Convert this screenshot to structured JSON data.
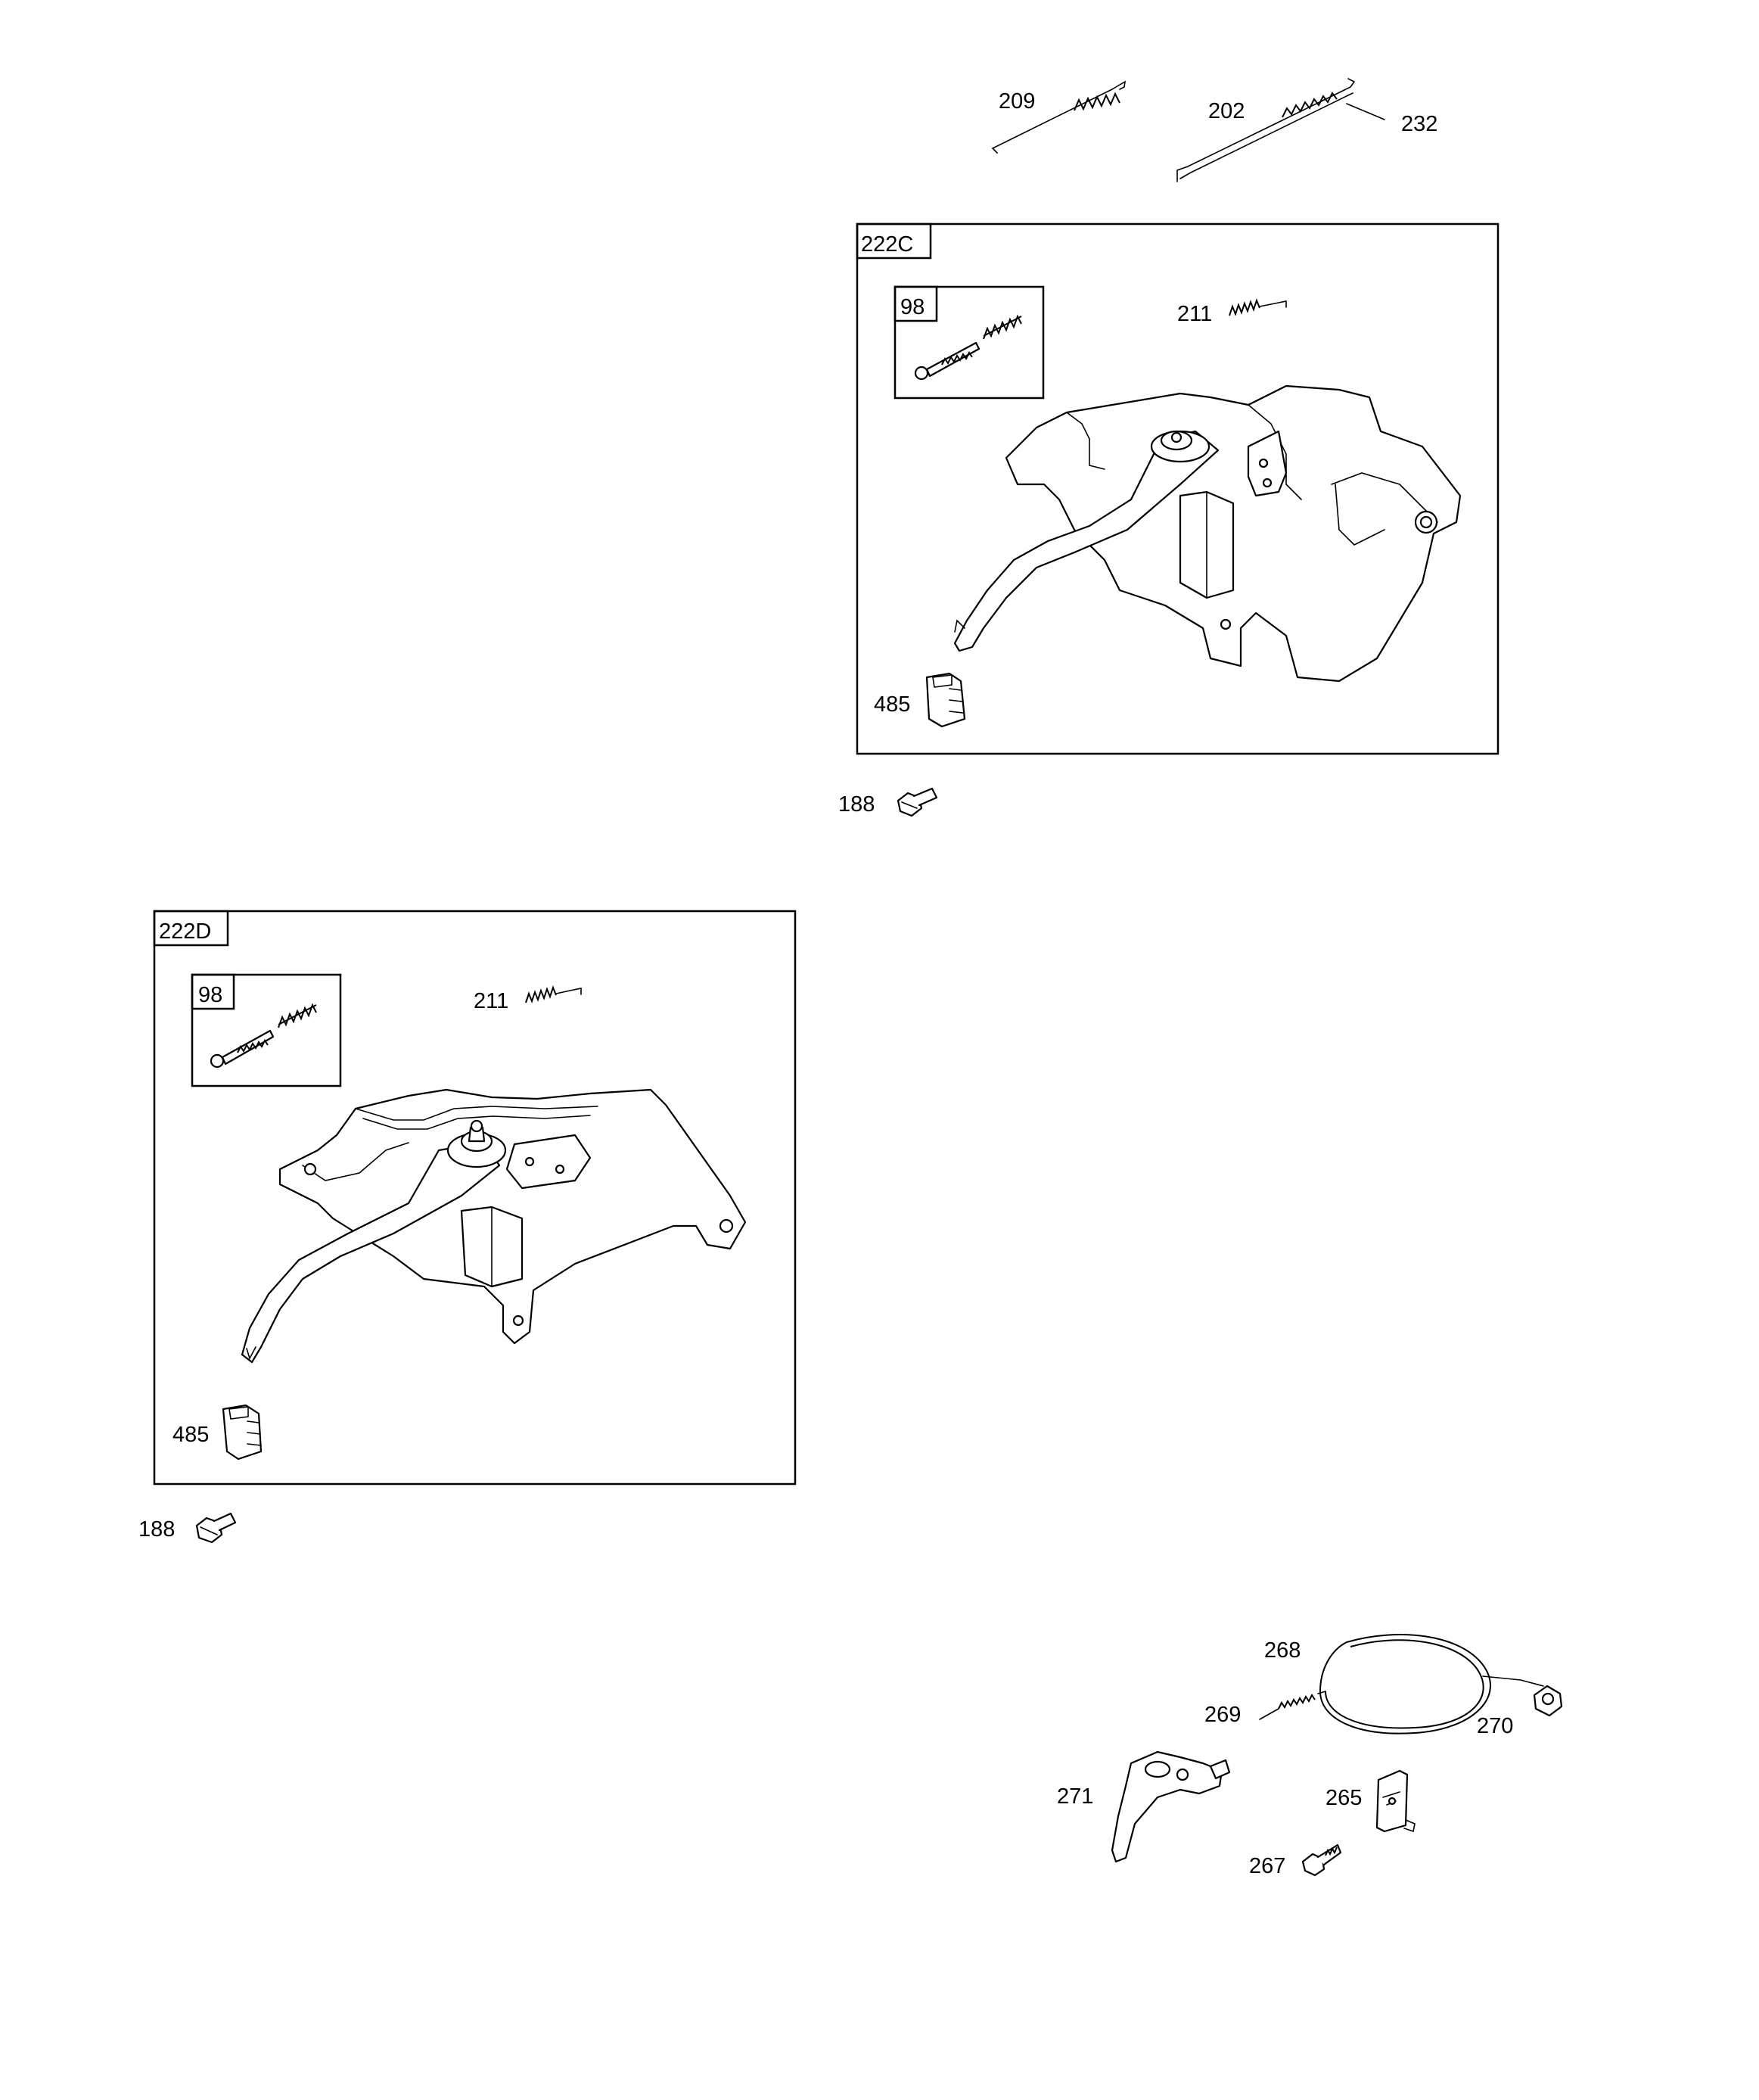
{
  "labels": {
    "p209": "209",
    "p202": "202",
    "p232": "232",
    "group_c": "222C",
    "c_98": "98",
    "c_211": "211",
    "c_485": "485",
    "c_188": "188",
    "group_d": "222D",
    "d_98": "98",
    "d_211": "211",
    "d_485": "485",
    "d_188": "188",
    "p268": "268",
    "p269": "269",
    "p270": "270",
    "p271": "271",
    "p265": "265",
    "p267": "267"
  },
  "colors": {
    "line": "#000000",
    "background": "#ffffff"
  },
  "icons": {
    "spring": "spring-icon",
    "link_rod": "link-rod-icon",
    "bracket": "control-bracket-icon",
    "screw": "screw-icon",
    "bolt": "bolt-icon",
    "grommet": "grommet-icon",
    "cable": "cable-icon",
    "nut": "nut-icon",
    "clip": "clip-icon"
  }
}
